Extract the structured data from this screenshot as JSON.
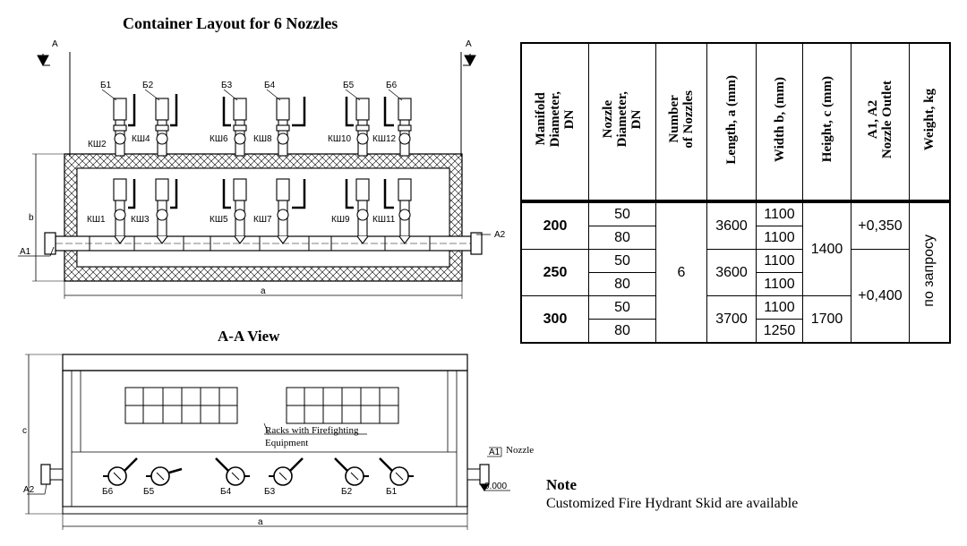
{
  "titles": {
    "layout": "Container Layout for 6 Nozzles",
    "view": "A-A View"
  },
  "section_marks": {
    "left": "A",
    "right": "A"
  },
  "top_view": {
    "nozzle_labels": [
      "Б1",
      "Б2",
      "Б3",
      "Б4",
      "Б5",
      "Б6"
    ],
    "upper_valve_labels": [
      "КШ2",
      "КШ4",
      "КШ6",
      "КШ8",
      "КШ10",
      "КШ12"
    ],
    "lower_valve_labels": [
      "КШ1",
      "КШ3",
      "КШ5",
      "КШ7",
      "КШ9",
      "КШ11"
    ],
    "dim_b": "b",
    "dim_a": "a",
    "outlet_left": "A1",
    "outlet_right": "A2"
  },
  "side_view": {
    "nozzle_labels": [
      "Б6",
      "Б5",
      "Б4",
      "Б3",
      "Б2",
      "Б1"
    ],
    "racks_label_line1": "Racks with Firefighting",
    "racks_label_line2": "Equipment",
    "nozzle_callout": "Nozzle",
    "outlet_left": "A2",
    "outlet_right": "A1",
    "elevation": "0.000",
    "dim_c": "c",
    "dim_a": "a"
  },
  "table": {
    "headers": [
      "Manifold\nDiameter,\nDN",
      "Nozzle\nDiameter,\nDN",
      "Number\nof Nozzles",
      "Length, a (mm)",
      "Width b, (mm)",
      "Height, c (mm)",
      "A1, A2\nNozzle Outlet",
      "Weight, kg"
    ],
    "manifold": [
      "200",
      "250",
      "300"
    ],
    "nozzle_dn": [
      "50",
      "80",
      "50",
      "80",
      "50",
      "80"
    ],
    "number_of_nozzles": "6",
    "length": [
      "3600",
      "3600",
      "3700"
    ],
    "width": [
      "1100",
      "1100",
      "1100",
      "1100",
      "1100",
      "1250"
    ],
    "height": [
      "1400",
      "1700"
    ],
    "outlet": [
      "+0,350",
      "+0,400"
    ],
    "weight": "по запросу"
  },
  "note": {
    "heading": "Note",
    "text": "Customized Fire Hydrant Skid are available"
  }
}
